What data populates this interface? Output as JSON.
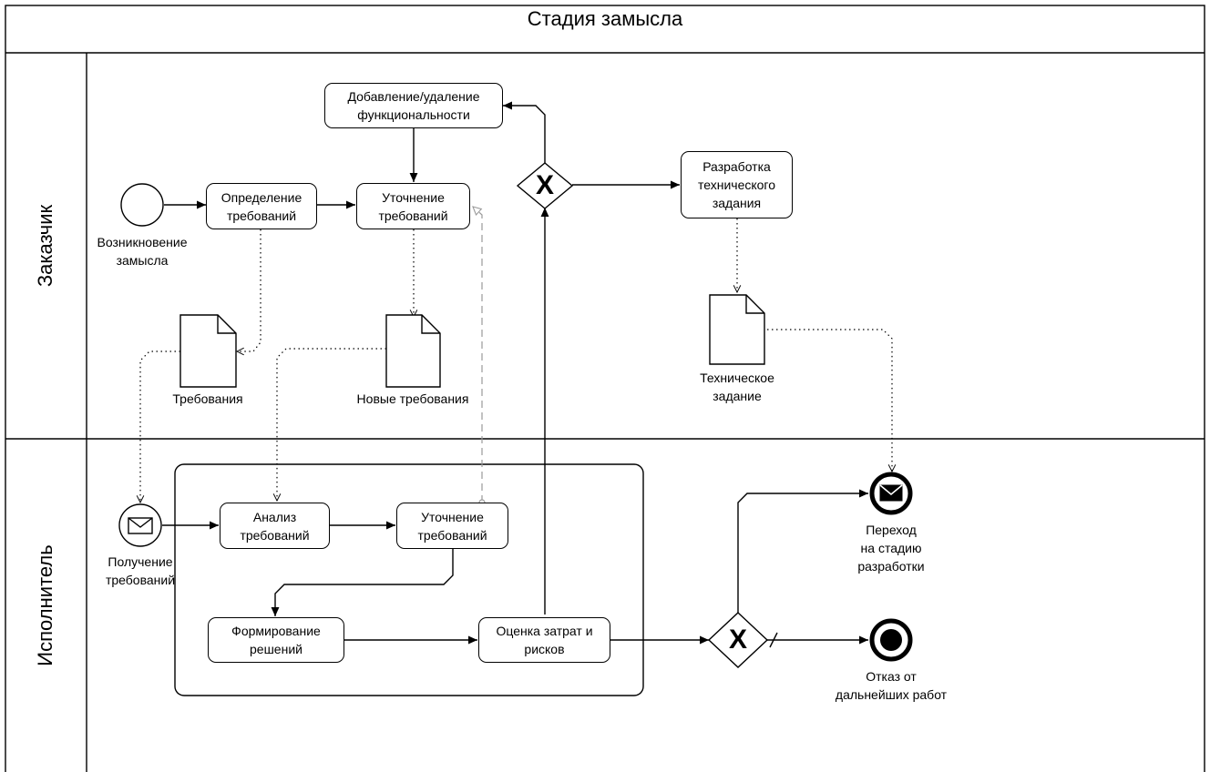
{
  "pool": {
    "title": "Стадия замысла"
  },
  "lanes": [
    {
      "id": "customer",
      "title": "Заказчик"
    },
    {
      "id": "executor",
      "title": "Исполнитель"
    }
  ],
  "events": {
    "start": {
      "label": "Возникновение\nзамысла"
    },
    "receive": {
      "label": "Получение\nтребований",
      "icon": "envelope-icon"
    },
    "end_message": {
      "label": "Переход\nна стадию\nразработки",
      "icon": "envelope-icon"
    },
    "end_terminate": {
      "label": "Отказ от\nдальнейших работ"
    }
  },
  "tasks": {
    "define_req": "Определение\nтребований",
    "refine_req_customer": "Уточнение\nтребований",
    "add_remove": "Добавление/удаление\nфункциональности",
    "tech_spec": "Разработка\nтехнического\nзадания",
    "analysis": "Анализ\nтребований",
    "refine_req_executor": "Уточнение\nтребований",
    "solutions": "Формирование\nрешений",
    "costs": "Оценка затрат и\nрисков"
  },
  "gateways": {
    "customer_gateway": {
      "type": "exclusive",
      "marker": "X"
    },
    "executor_gateway": {
      "type": "exclusive",
      "marker": "X"
    }
  },
  "artifacts": {
    "requirements": "Требования",
    "new_requirements": "Новые требования",
    "tech_doc": "Техническое\nзадание"
  }
}
